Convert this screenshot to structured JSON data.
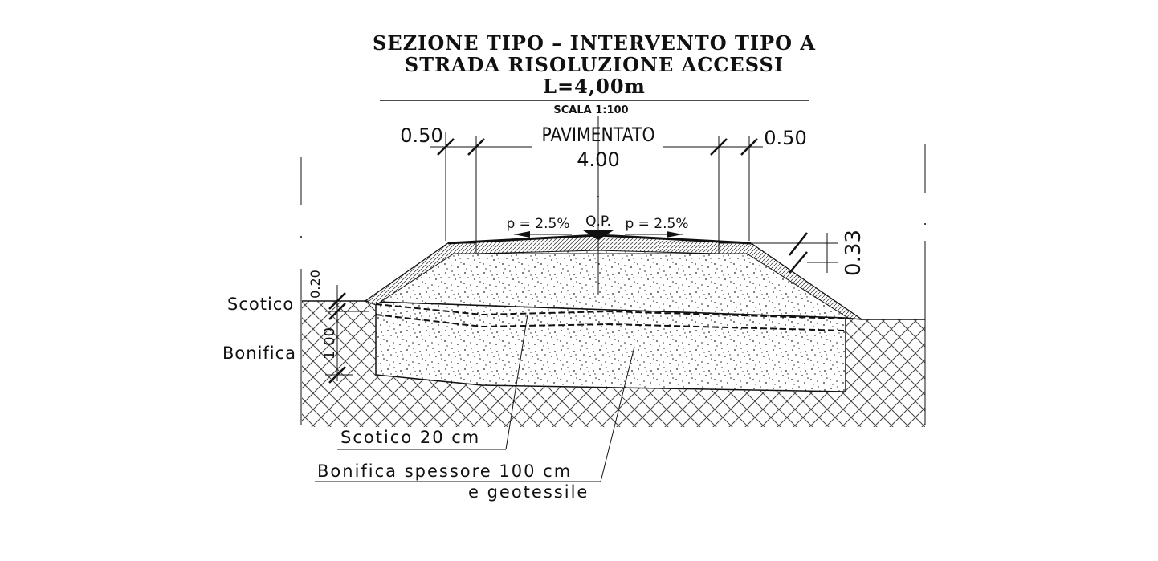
{
  "title": {
    "line1": "SEZIONE TIPO – INTERVENTO TIPO A",
    "line2": "STRADA RISOLUZIONE ACCESSI",
    "line3": "L=4,00m",
    "scale": "SCALA 1:100"
  },
  "dimensions": {
    "left_shoulder": "0.50",
    "right_shoulder": "0.50",
    "paved_label": "PAVIMENTATO",
    "paved_width": "4.00",
    "pavement_thickness": "0.33",
    "scotico_depth": "0.20",
    "bonifica_depth": "1.00"
  },
  "slopes": {
    "left": "p = 2.5%",
    "right": "p = 2.5%",
    "crown": "Q.P."
  },
  "layers": {
    "scotico_side": "Scotico",
    "bonifica_side": "Bonifica",
    "callout_scotico": "Scotico 20 cm",
    "callout_bonifica_1": "Bonifica spessore 100 cm",
    "callout_bonifica_2": "e geotessile"
  },
  "colors": {
    "ink": "#111111",
    "paper": "#ffffff"
  }
}
